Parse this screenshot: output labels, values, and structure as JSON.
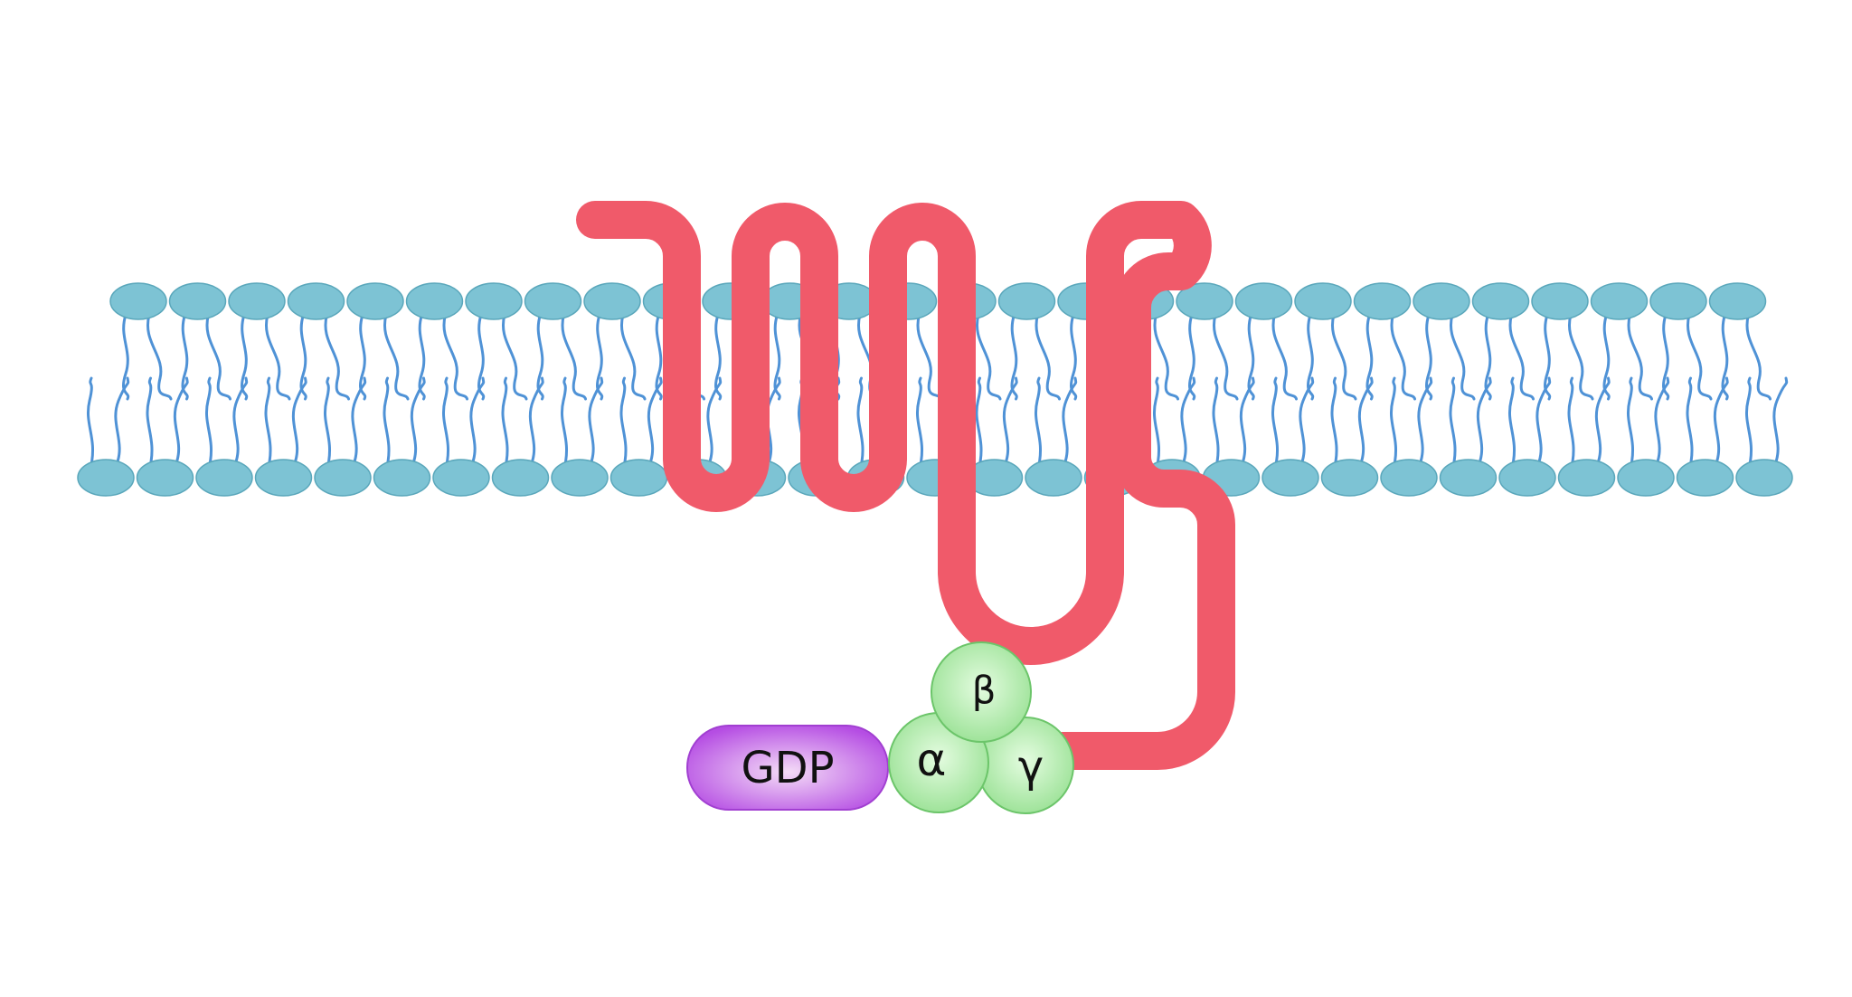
{
  "diagram": {
    "membrane": {
      "upper_leaflet_heads": 28,
      "lower_leaflet_heads": 29
    },
    "colors": {
      "background": "#ffffff",
      "lipid_head": "#7dc3d4",
      "lipid_head_stroke": "#5aa7bb",
      "lipid_tail": "#4f92d6",
      "receptor": "#f05a6a",
      "subunit_fill_center": "#dcfbd8",
      "subunit_fill_edge": "#9fe39a",
      "subunit_stroke": "#6cc56a",
      "gdp_center": "#f2d7f6",
      "gdp_edge": "#b54de3"
    },
    "labels": {
      "gdp": "GDP",
      "alpha": "α",
      "beta": "β",
      "gamma": "γ"
    }
  }
}
